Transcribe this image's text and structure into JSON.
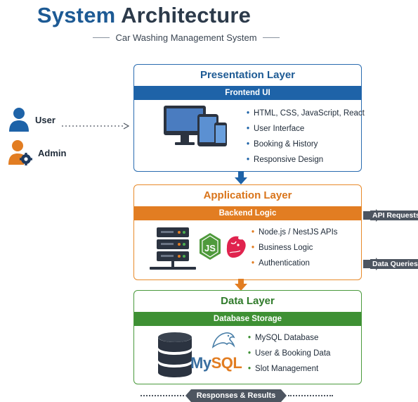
{
  "header": {
    "title_part1": "System",
    "title_part2": "Architecture",
    "subtitle": "Car Washing Management System"
  },
  "actors": [
    {
      "label": "User",
      "icon": "user-icon"
    },
    {
      "label": "Admin",
      "icon": "admin-gear-icon"
    }
  ],
  "layers": {
    "presentation": {
      "title": "Presentation Layer",
      "band": "Frontend UI",
      "items": [
        "HTML, CSS, JavaScript, React",
        "User Interface",
        "Booking & History",
        "Responsive Design"
      ],
      "icons": [
        "desktop-monitor-icon",
        "tablet-icon",
        "phone-icon"
      ],
      "color": "#1e63a8"
    },
    "application": {
      "title": "Application Layer",
      "band": "Backend Logic",
      "items": [
        "Node.js / NestJS APIs",
        "Business Logic",
        "Authentication"
      ],
      "icons": [
        "server-rack-icon",
        "nodejs-logo-icon",
        "nestjs-logo-icon"
      ],
      "color": "#e27d22"
    },
    "data": {
      "title": "Data Layer",
      "band": "Database Storage",
      "items": [
        "MySQL Database",
        "User & Booking Data",
        "Slot Management"
      ],
      "icons": [
        "database-cylinder-icon",
        "mysql-logo-icon"
      ],
      "logo_text_1": "My",
      "logo_text_2": "SQL",
      "color": "#3e9034"
    }
  },
  "side_labels": {
    "api": "API Requests",
    "data": "Data Queries"
  },
  "footer": {
    "label": "Responses & Results"
  }
}
